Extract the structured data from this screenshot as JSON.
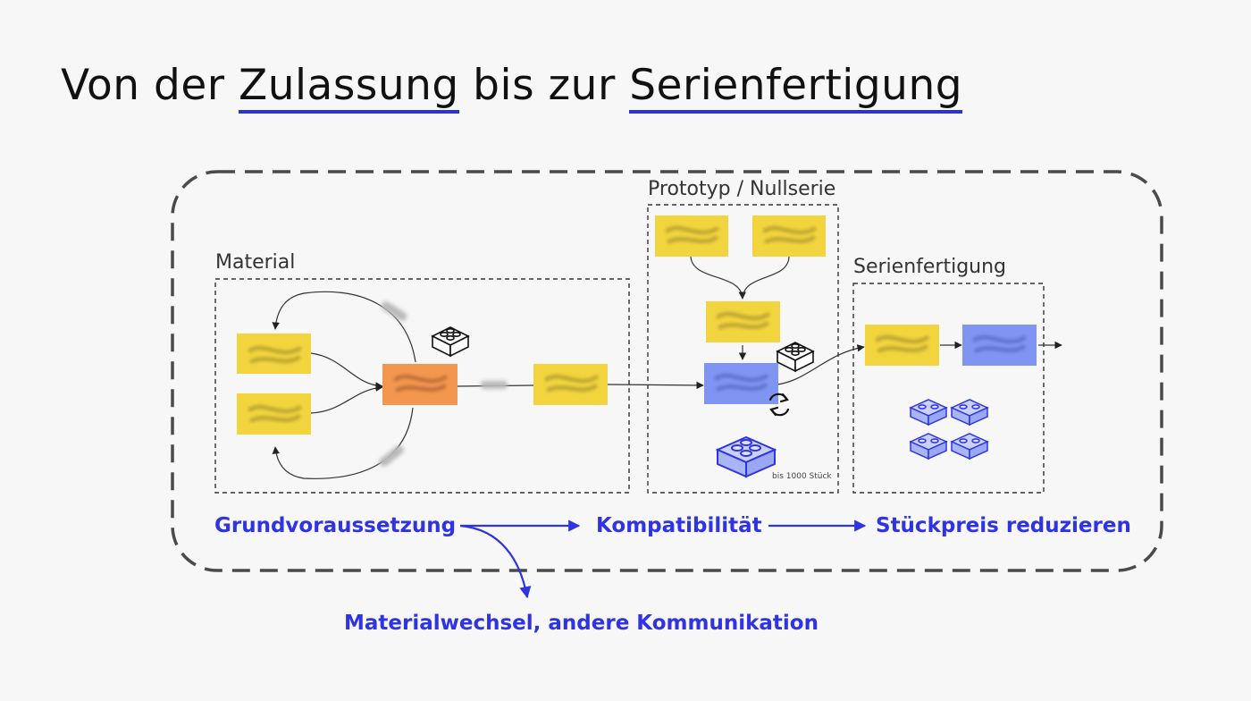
{
  "title": {
    "part1": "Von der ",
    "word1": "Zulassung",
    "part2": " bis zur ",
    "word2": "Serienfertigung"
  },
  "groups": {
    "material": "Material",
    "prototyp": "Prototyp / Nullserie",
    "serie": "Serienfertigung"
  },
  "note": "bis 1000 Stück",
  "flow": {
    "step1": "Grundvoraussetzung",
    "step2": "Kompatibilität",
    "step3": "Stückpreis reduzieren",
    "branch": "Materialwechsel, andere Kommunikation"
  },
  "colors": {
    "yellow": "#f2d43e",
    "orange": "#f3974f",
    "blue": "#7f95f1",
    "accent": "#2f33e0"
  }
}
